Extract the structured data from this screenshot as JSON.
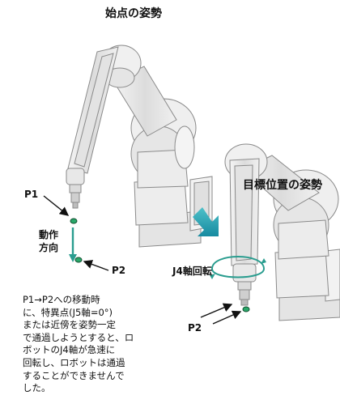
{
  "titles": {
    "start": "始点の姿勢",
    "target": "目標位置の姿勢"
  },
  "labels": {
    "p1": "P1",
    "p2_start": "P2",
    "direction": [
      "動作",
      "方向"
    ],
    "j4_rotation": "J4軸回転",
    "p2_target": "P2"
  },
  "note_lines": [
    "P1→P2への移動時",
    "に、特異点(J5軸=0°)",
    "または近傍を姿勢一定",
    "で通過しようとすると、ロ",
    "ボットのJ4軸が急速に",
    "回転し、ロボットは通過",
    "することができませんで",
    "した。"
  ],
  "colors": {
    "robot_fill": "#e9eaea",
    "robot_stroke": "#8a8a8a",
    "accent_teal": "#2a9d8f",
    "motion_arrow": "#1e8fa0",
    "point_green": "#2aa86a"
  }
}
